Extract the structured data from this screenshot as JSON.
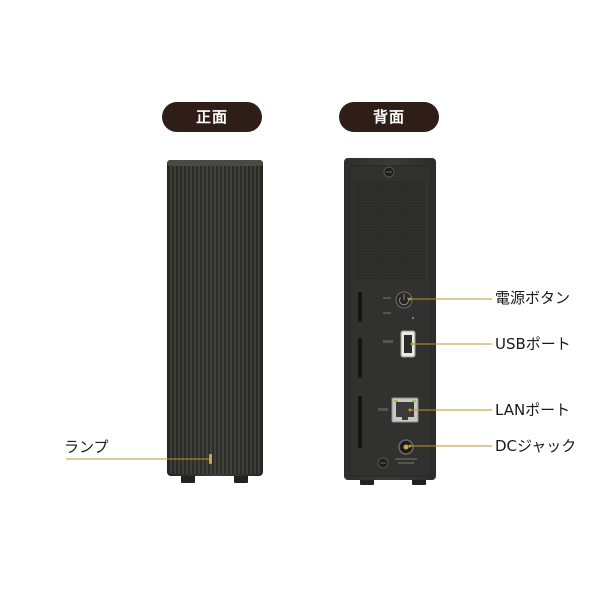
{
  "views": {
    "front": "正面",
    "back": "背面"
  },
  "callouts": {
    "lamp": "ランプ",
    "power_button": "電源ボタン",
    "usb_port": "USBポート",
    "lan_port": "LANポート",
    "dc_jack": "DCジャック"
  },
  "colors": {
    "pill_background": "#2f1d17",
    "pill_text": "#ffffff",
    "leader_line": "#b9962f",
    "device_body": "#343430"
  }
}
